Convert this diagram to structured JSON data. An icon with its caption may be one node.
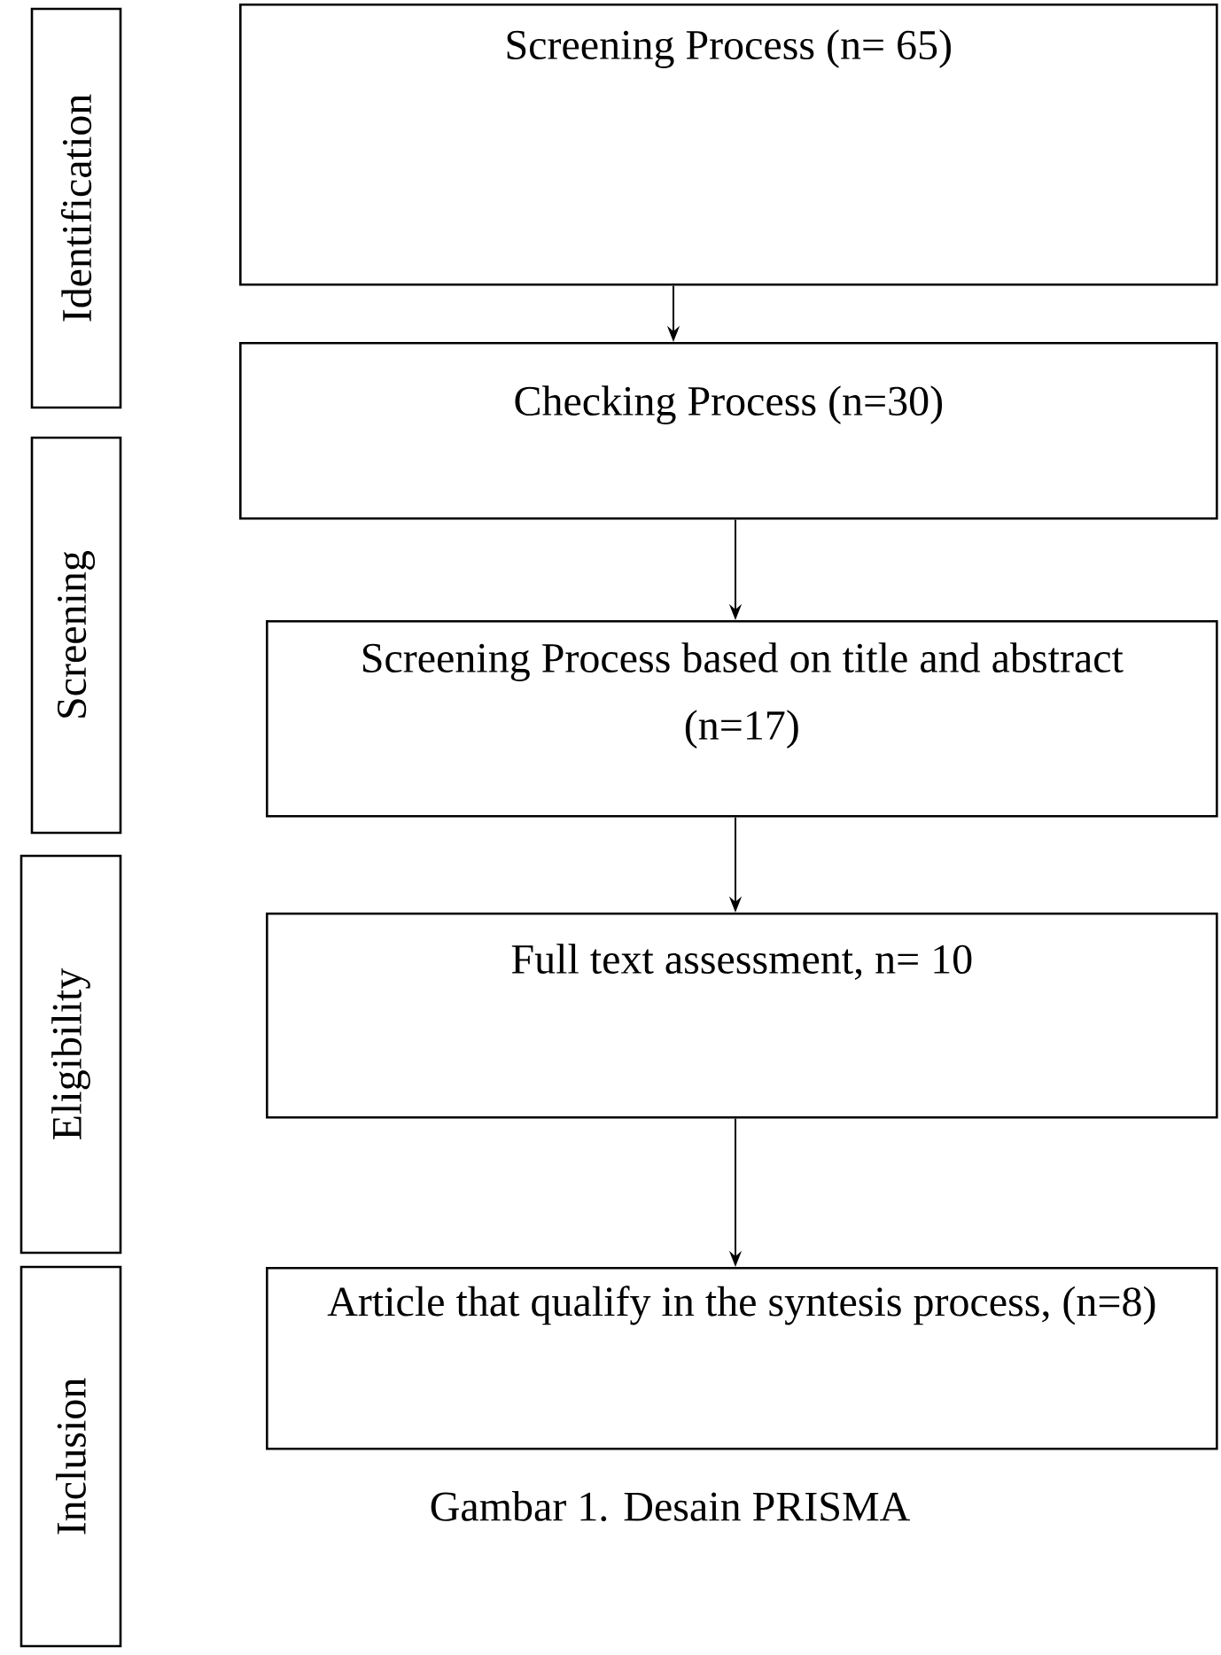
{
  "diagram": {
    "caption": "Gambar 1. Desain PRISMA",
    "nodes": [
      {
        "text": [
          "Screening Process (n= 65)"
        ]
      },
      {
        "text": [
          "Checking Process (n=30)"
        ]
      },
      {
        "text": [
          "Screening Process based on title and abstract (n=17)"
        ]
      },
      {
        "text": [
          "Full text assessment, n= 10"
        ]
      },
      {
        "text": [
          "Article that qualify in the syntesis process, (n=8)"
        ]
      },
      {
        "text": [
          "Identification"
        ]
      },
      {
        "text": [
          "Screening"
        ]
      },
      {
        "text": [
          "Eligibility"
        ]
      },
      {
        "text": [
          "Inclusion"
        ]
      }
    ],
    "edges": [
      {
        "from": 0,
        "to": 1,
        "arrow": "to"
      },
      {
        "from": 1,
        "to": 2,
        "arrow": "to"
      },
      {
        "from": 2,
        "to": 3,
        "arrow": "to"
      },
      {
        "from": 3,
        "to": 4,
        "arrow": "to"
      }
    ]
  }
}
